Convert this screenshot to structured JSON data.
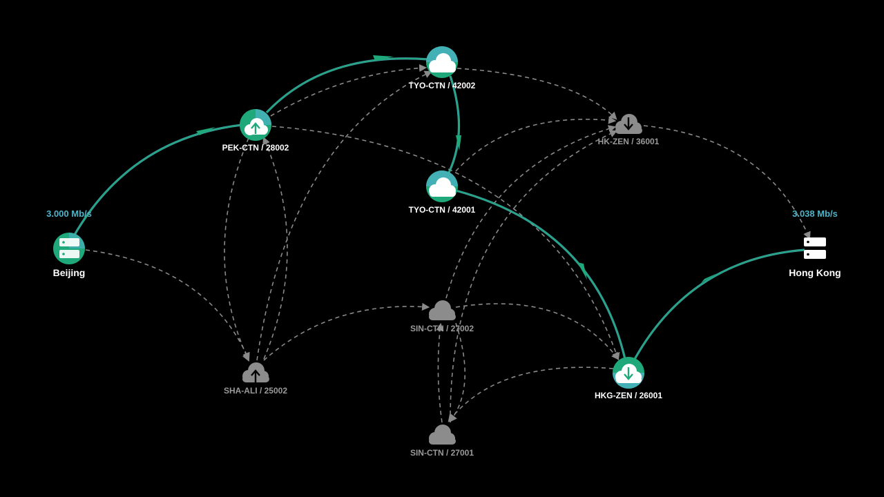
{
  "colors": {
    "background": "#000000",
    "active_path": "#1fa87a",
    "active_glow": "#4fb3c9",
    "inactive_edge": "#8a8a8a",
    "active_label": "#ffffff",
    "inactive_label": "#9a9a9a",
    "rate_label": "#4fb3c9",
    "inactive_icon": "#8c8c8c"
  },
  "endpoints": {
    "source": {
      "label": "Beijing",
      "rate": "3.000 Mb/s",
      "icon": "server-icon",
      "active": true
    },
    "target": {
      "label": "Hong Kong",
      "rate": "3.038 Mb/s",
      "icon": "server-icon",
      "active": false
    }
  },
  "nodes": [
    {
      "id": "pek",
      "label": "PEK-CTN / 28002",
      "icon": "cloud-upload-icon",
      "active": true
    },
    {
      "id": "tyo2",
      "label": "TYO-CTN / 42002",
      "icon": "cloud-icon",
      "active": true
    },
    {
      "id": "tyo1",
      "label": "TYO-CTN / 42001",
      "icon": "cloud-icon",
      "active": true
    },
    {
      "id": "hkzen",
      "label": "HK-ZEN / 36001",
      "icon": "cloud-download-icon",
      "active": false
    },
    {
      "id": "hkg",
      "label": "HKG-ZEN / 26001",
      "icon": "cloud-download-icon",
      "active": true
    },
    {
      "id": "sin2",
      "label": "SIN-CTN / 27002",
      "icon": "cloud-icon",
      "active": false
    },
    {
      "id": "sha",
      "label": "SHA-ALI / 25002",
      "icon": "cloud-upload-icon",
      "active": false
    },
    {
      "id": "sin1",
      "label": "SIN-CTN / 27001",
      "icon": "cloud-icon",
      "active": false
    }
  ],
  "active_route": [
    "beijing",
    "pek",
    "tyo2",
    "tyo1",
    "hkg",
    "hongkong"
  ]
}
